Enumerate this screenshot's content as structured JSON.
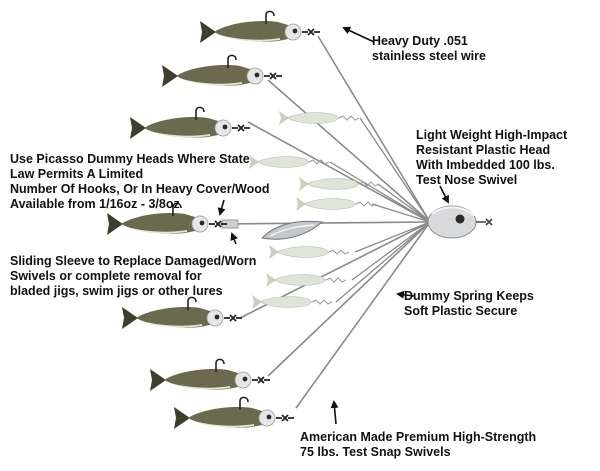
{
  "annotations": {
    "wire": [
      "Heavy Duty .051",
      "stainless steel wire"
    ],
    "head": [
      "Light Weight High-Impact",
      "Resistant Plastic Head",
      "With Imbedded 100 lbs.",
      "Test Nose Swivel"
    ],
    "dummy": [
      "Use Picasso Dummy Heads Where State",
      "Law Permits A Limited",
      "Number Of Hooks, Or In Heavy Cover/Wood",
      "Available from 1/16oz - 3/8oz"
    ],
    "sleeve": [
      "Sliding Sleeve to Replace Damaged/Worn",
      "Swivels or complete removal for",
      "bladed jigs, swim jigs or other lures"
    ],
    "spring": [
      "Dummy Spring Keeps",
      "Soft Plastic Secure"
    ],
    "snap": [
      "American Made Premium High-Strength",
      "75 lbs. Test Snap Swivels"
    ]
  },
  "colors": {
    "background": "#ffffff",
    "text": "#111111",
    "wire": "#8a8a8a",
    "bait_body": "#6b6a4e",
    "bait_belly": "#e8e6d2",
    "bait_tail": "#3f3e2c",
    "dummy_body": "#dfe5d6",
    "jig_head": "#e6e6e6",
    "blade": "#c4c8cc",
    "lure_head": "#d8dadc",
    "lure_eye": "#2b2b2b"
  },
  "icons": [
    "jig-head-icon",
    "swimbait-icon",
    "hook-icon",
    "snap-swivel-icon",
    "willow-blade-icon",
    "plastic-head-icon",
    "arrow-icon"
  ]
}
